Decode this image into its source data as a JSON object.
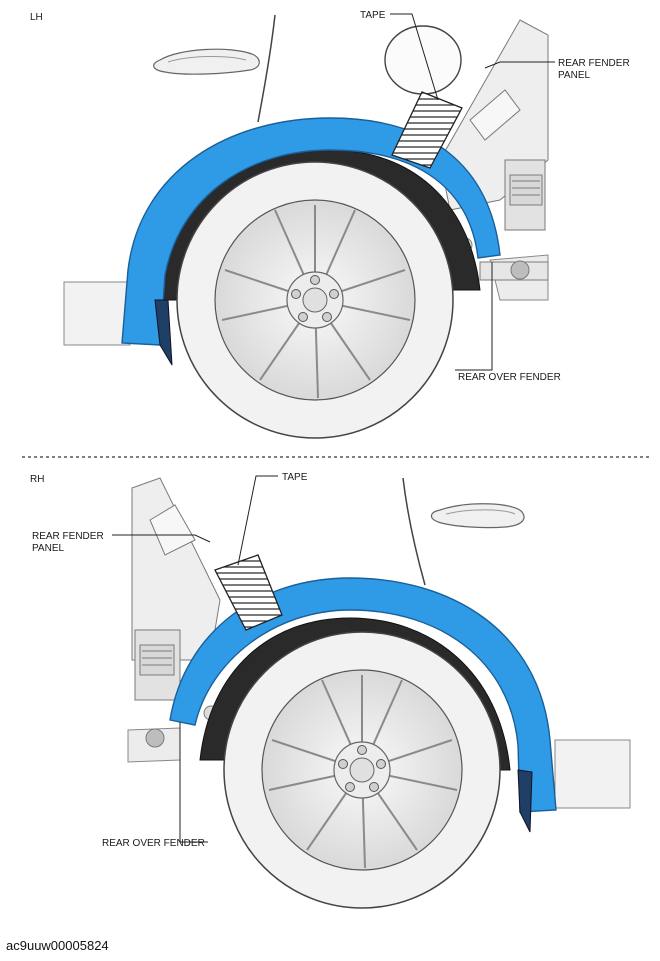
{
  "views": [
    {
      "side": "LH",
      "labels": {
        "tape": "TAPE",
        "fender_panel_line1": "REAR FENDER",
        "fender_panel_line2": "PANEL",
        "over_fender": "REAR OVER FENDER"
      }
    },
    {
      "side": "RH",
      "labels": {
        "tape": "TAPE",
        "fender_panel_line1": "REAR FENDER",
        "fender_panel_line2": "PANEL",
        "over_fender": "REAR OVER FENDER"
      }
    }
  ],
  "figure_code": "ac9uuw00005824",
  "colors": {
    "over_fender": "#2f9be6",
    "over_fender_dark": "#1f6fb0",
    "outline": "#3a3a3a",
    "body_fill": "#f4f4f4",
    "tire": "#efefef",
    "divider": "#555555"
  }
}
